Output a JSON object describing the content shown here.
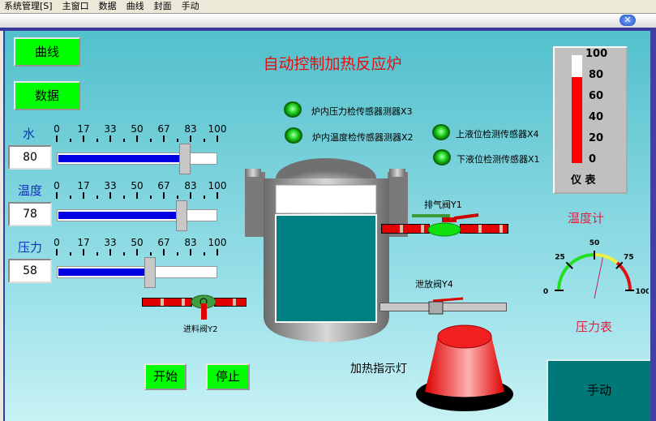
{
  "menu": [
    "系统管理[S]",
    "主窗口",
    "数据",
    "曲线",
    "封面",
    "手动"
  ],
  "window": {
    "close_icon": "close-icon"
  },
  "nav": {
    "curve": "曲线",
    "data": "数据"
  },
  "title": "自动控制加热反应炉",
  "scale_ticks": [
    "0",
    "17",
    "33",
    "50",
    "67",
    "83",
    "100"
  ],
  "sliders": [
    {
      "label": "水",
      "value": "80",
      "percent": 80
    },
    {
      "label": "温度",
      "value": "78",
      "percent": 78
    },
    {
      "label": "压力",
      "value": "58",
      "percent": 58
    }
  ],
  "sensors": [
    "炉内压力检传感器测器X3",
    "炉内温度检传感器测器X2",
    "上液位检测传感器X4",
    "下液位检测传感器X1"
  ],
  "valves": {
    "exhaust": "排气阀Y1",
    "discharge": "泄放阀Y4",
    "feed": "进料阀Y2"
  },
  "heater_label": "加热指示灯",
  "buttons": {
    "start": "开始",
    "stop": "停止",
    "manual": "手动"
  },
  "thermometer": {
    "ticks": [
      "100",
      "80",
      "60",
      "40",
      "20",
      "0"
    ],
    "value": 80,
    "caption": "仪 表",
    "title": "温度计"
  },
  "gauge": {
    "ticks": [
      "0",
      "25",
      "50",
      "75",
      "100"
    ],
    "value": 58,
    "title": "压力表"
  },
  "colors": {
    "accent_green": "#00ff00",
    "title_red": "#e01010",
    "panel_teal": "#007878"
  }
}
